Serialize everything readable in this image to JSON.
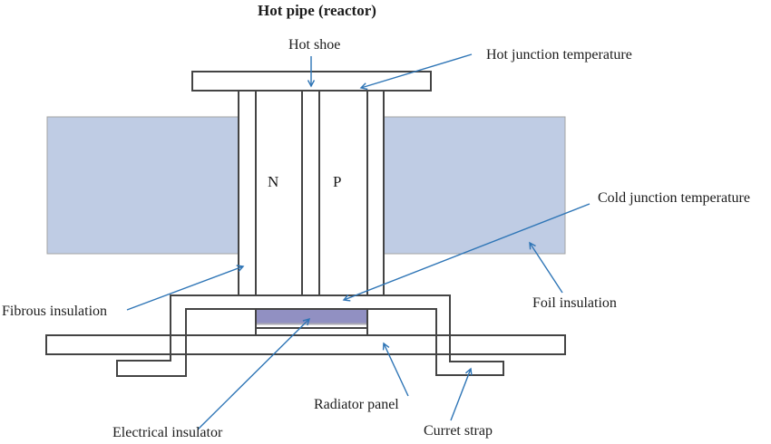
{
  "figure": {
    "title": "Hot pipe (reactor)",
    "legs": {
      "n": "N",
      "p": "P"
    },
    "labels": {
      "hot_shoe": "Hot shoe",
      "hot_junction": "Hot junction temperature",
      "cold_junction": "Cold junction temperature",
      "fibrous_insulation": "Fibrous insulation",
      "foil_insulation": "Foil insulation",
      "electrical_insulator": "Electrical insulator",
      "radiator_panel": "Radiator panel",
      "current_strap": "Curret strap"
    },
    "colors": {
      "insulation_band": "#bfcce4",
      "electrical_insulator_fill": "#9190c2",
      "arrow": "#2e74b5",
      "outline": "#444444"
    }
  }
}
